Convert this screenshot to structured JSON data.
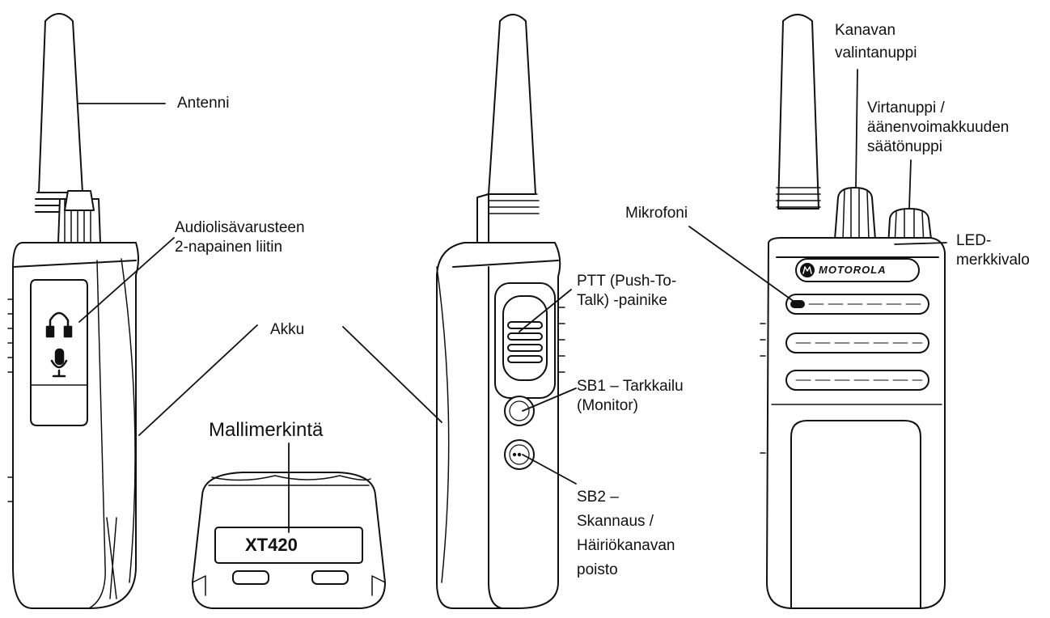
{
  "labels": {
    "antenna": [
      "Antenni"
    ],
    "audio_jack": [
      "Audiolisävarusteen",
      "2-napainen liitin"
    ],
    "battery": [
      "Akku"
    ],
    "model_marking": [
      "Mallimerkintä"
    ],
    "model_number": "XT420",
    "ptt": [
      "PTT (Push-To-",
      "Talk) -painike"
    ],
    "sb1": [
      "SB1 – Tarkkailu",
      "(Monitor)"
    ],
    "sb2": [
      "SB2 –",
      "Skannaus /",
      "Häiriökanavan",
      "poisto"
    ],
    "channel_knob": [
      "Kanavan",
      "valintanuppi"
    ],
    "power_knob": [
      "Virtanuppi /",
      "äänenvoimakkuuden",
      "säätönuppi"
    ],
    "microphone": [
      "Mikrofoni"
    ],
    "led": [
      "LED-",
      "merkkivalo"
    ]
  },
  "logo": {
    "brand": "MOTOROLA"
  },
  "icons": [
    "headphone-icon",
    "microphone-icon",
    "motorola-logo-icon"
  ],
  "colors": {
    "line": "#111111",
    "background": "#ffffff"
  }
}
